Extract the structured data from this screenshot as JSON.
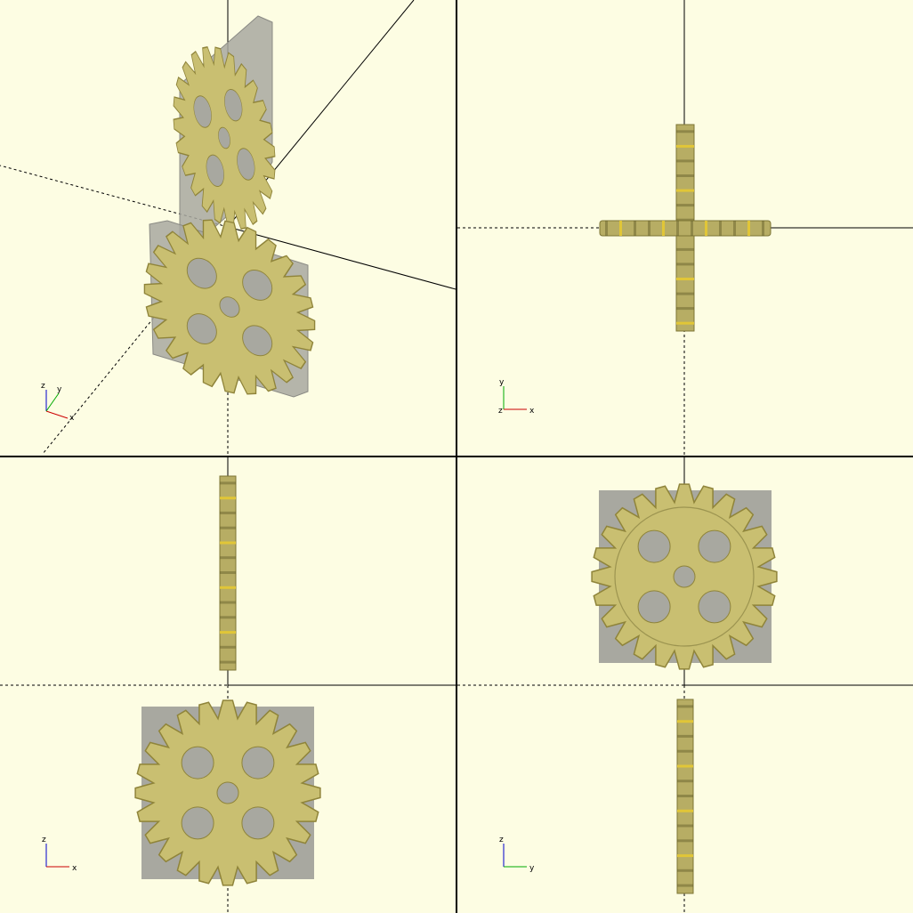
{
  "viewports": [
    {
      "id": "perspective",
      "view": "isometric"
    },
    {
      "id": "top",
      "view": "top"
    },
    {
      "id": "front",
      "view": "front"
    },
    {
      "id": "right",
      "view": "right"
    }
  ],
  "axis_labels": {
    "x": "x",
    "y": "y",
    "z": "z"
  },
  "colors": {
    "background": "#fdfde3",
    "divider": "#000000",
    "axis_line": "#000000",
    "gear_face": "#c9bf71",
    "gear_edge": "#8f843a",
    "gear_highlight": "#e5c932",
    "plate": "#a8a8a0",
    "plate_edge": "#8a8a84",
    "indicator_x": "#cc0000",
    "indicator_y": "#00aa00",
    "indicator_z": "#0000cc"
  },
  "model": {
    "gear_teeth": 24,
    "gear_spoke_holes": 4,
    "center_hole": true
  }
}
